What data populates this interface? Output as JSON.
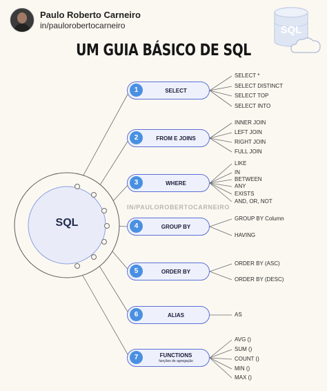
{
  "author": {
    "name": "Paulo Roberto Carneiro",
    "handle": "in/paulorobertocarneiro"
  },
  "logo": {
    "text": "SQL",
    "icon": "database-cloud-icon"
  },
  "title": "UM GUIA BÁSICO DE SQL",
  "watermark": "IN/PAULOROBERTOCARNEIRO",
  "center": "SQL",
  "colors": {
    "pill_border": "#5b6fd8",
    "pill_fill": "#eef1fb",
    "badge": "#4a90e2",
    "line": "#6b6b6b",
    "center_fill": "#e9ecf8"
  },
  "nodes": [
    {
      "num": "1",
      "label": "SELECT",
      "items": [
        "SELECT *",
        "SELECT DISTINCT",
        "SELECT TOP",
        "SELECT INTO"
      ]
    },
    {
      "num": "2",
      "label": "FROM E JOINS",
      "items": [
        "INNER JOIN",
        "LEFT JOIN",
        "RIGHT JOIN",
        "FULL JOIN"
      ]
    },
    {
      "num": "3",
      "label": "WHERE",
      "items": [
        "LIKE",
        "IN",
        "BETWEEN",
        "ANY",
        "EXISTS",
        "AND, OR, NOT"
      ]
    },
    {
      "num": "4",
      "label": "GROUP BY",
      "items": [
        "GROUP BY Column",
        "HAVING"
      ]
    },
    {
      "num": "5",
      "label": "ORDER BY",
      "items": [
        "ORDER BY (ASC)",
        "ORDER BY (DESC)"
      ]
    },
    {
      "num": "6",
      "label": "ALIAS",
      "items": [
        "AS"
      ]
    },
    {
      "num": "7",
      "label": "FUNCTIONS",
      "sublabel": "funções de agregação",
      "items": [
        "AVG ()",
        "SUM ()",
        "COUNT ()",
        "MIN ()",
        "MAX ()"
      ]
    }
  ]
}
